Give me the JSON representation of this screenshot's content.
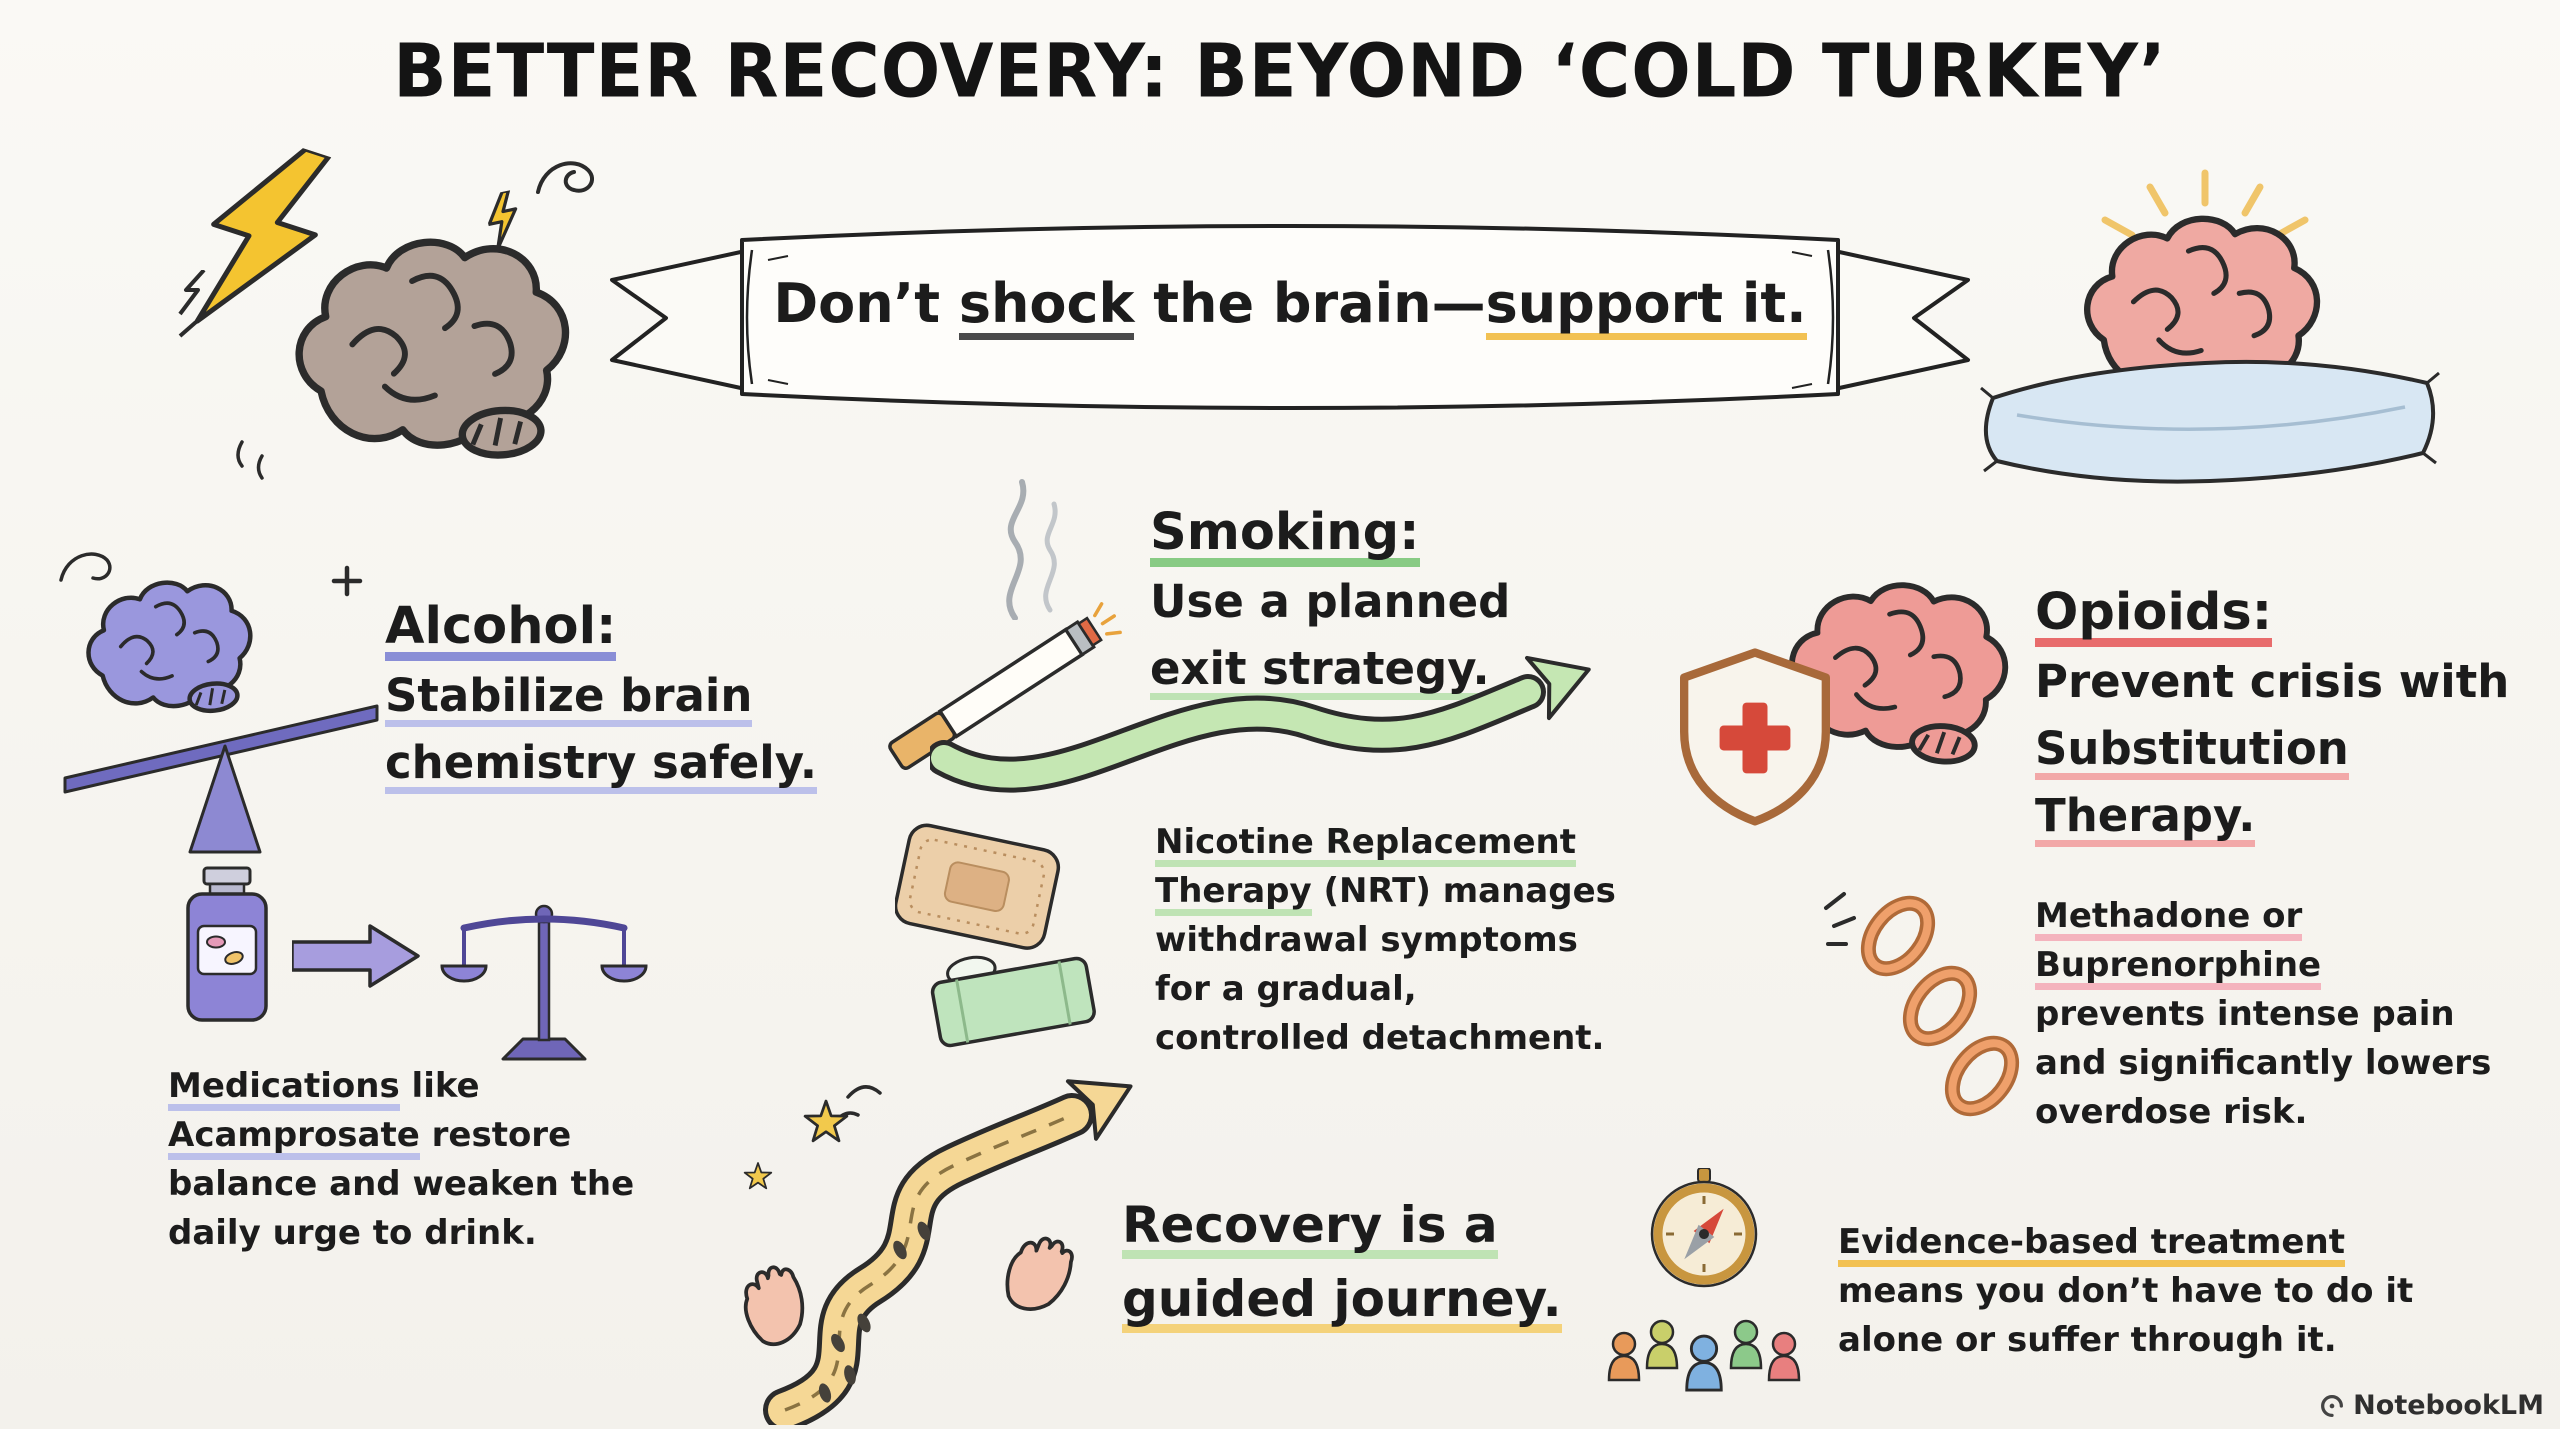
{
  "palette": {
    "ink": "#1c1c1c",
    "purple": "#8a8ed6",
    "green": "#88cb84",
    "red": "#e86c6c",
    "yellow": "#f2c152",
    "orange": "#efa06b",
    "pink_brain": "#efa9a2",
    "blue_pillow": "#d8e7f3"
  },
  "title": "BETTER RECOVERY: BEYOND ‘COLD TURKEY’",
  "banner": {
    "part1": "Don’t ",
    "shock": "shock",
    "part2": " the brain—",
    "support": "support it."
  },
  "alcohol": {
    "heading": "Alcohol:",
    "sub1": "Stabilize brain",
    "sub2": "chemistry safely.",
    "body1a": "Medications",
    "body1b": " like",
    "body2a": "Acamprosate",
    "body2b": " restore",
    "body3": "balance and weaken the",
    "body4": "daily urge to drink."
  },
  "smoking": {
    "heading": "Smoking:",
    "sub1": "Use a planned",
    "sub2": "exit strategy.",
    "body1": "Nicotine Replacement",
    "body2a": "Therapy",
    "body2b": " (NRT) manages",
    "body3": "withdrawal symptoms",
    "body4": "for a gradual,",
    "body5": "controlled detachment."
  },
  "journey": {
    "line1": "Recovery is a",
    "line2": "guided journey."
  },
  "opioids": {
    "heading": "Opioids:",
    "sub1": "Prevent crisis with",
    "sub2": "Substitution",
    "sub3": "Therapy.",
    "body1": "Methadone or",
    "body2": "Buprenorphine",
    "body3": "prevents intense pain",
    "body4": "and significantly lowers",
    "body5": "overdose risk."
  },
  "evidence": {
    "line1": "Evidence-based treatment",
    "line2": "means you don’t have to do it",
    "line3": "alone or suffer through it."
  },
  "watermark": "NotebookLM"
}
